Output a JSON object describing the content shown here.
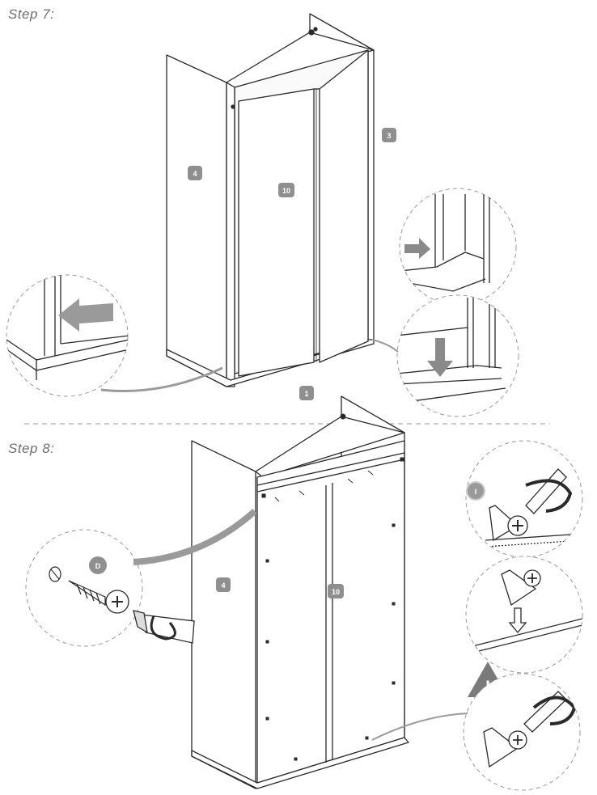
{
  "steps": [
    {
      "label": "Step 7:"
    },
    {
      "label": "Step 8:"
    }
  ],
  "parts": {
    "side_panel": "4",
    "back_panel": "3",
    "back_board": "10",
    "bottom": "1"
  },
  "hardware": {
    "screw": "D",
    "info": "I",
    "warning": "!"
  },
  "colors": {
    "line": "#2a2a2a",
    "badge": "#8f8f8f",
    "arrow": "#9a9a9a",
    "dash": "#9a9a9a"
  }
}
